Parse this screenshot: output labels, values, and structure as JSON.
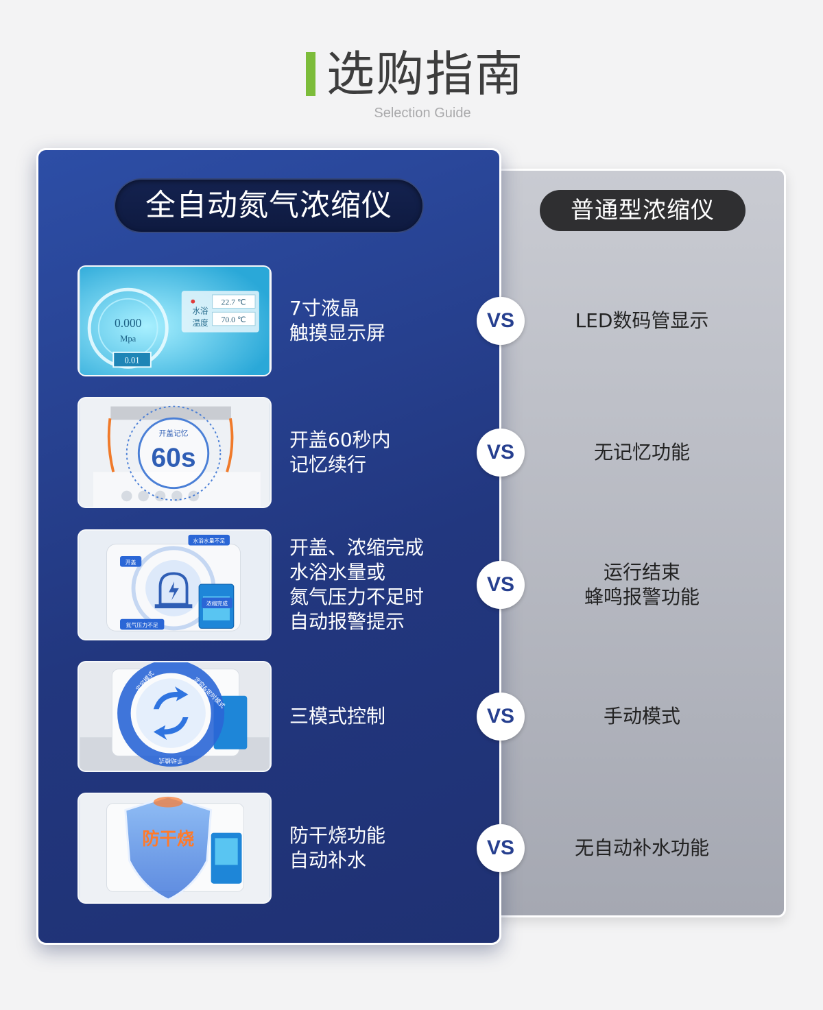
{
  "header": {
    "title": "选购指南",
    "subtitle": "Selection Guide"
  },
  "auto_label": "全自动氮气浓缩仪",
  "normal_label": "普通型浓缩仪",
  "vs_label": "VS",
  "rows": [
    {
      "feature": [
        "7寸液晶",
        "触摸显示屏"
      ],
      "normal": [
        "LED数码管显示"
      ],
      "thumb_text": {
        "gauge_value": "0.000",
        "gauge_unit": "Mpa",
        "small_value": "0.01",
        "bath_label_1": "水浴",
        "bath_label_2": "温度",
        "temp_1": "22.7 ℃",
        "temp_2": "70.0 ℃"
      }
    },
    {
      "feature": [
        "开盖60秒内",
        "记忆续行"
      ],
      "normal": [
        "无记忆功能"
      ],
      "thumb_text": {
        "caption": "开盖记忆",
        "big": "60s"
      }
    },
    {
      "feature": [
        "开盖、浓缩完成",
        "水浴水量或",
        "氮气压力不足时",
        "自动报警提示"
      ],
      "normal": [
        "运行结束",
        "蜂鸣报警功能"
      ],
      "thumb_text": {
        "tag_1": "水浴水量不足",
        "tag_2": "开盖",
        "tag_3": "浓缩完成",
        "tag_4": "氮气压力不足"
      }
    },
    {
      "feature": [
        "三模式控制"
      ],
      "normal": [
        "手动模式"
      ],
      "thumb_text": {
        "mode_1": "定容模式",
        "mode_2": "定容&定时模式",
        "mode_3": "手动模式"
      }
    },
    {
      "feature": [
        "防干烧功能",
        "自动补水"
      ],
      "normal": [
        "无自动补水功能"
      ],
      "thumb_text": {
        "badge": "防干烧"
      }
    }
  ],
  "colors": {
    "accent_green": "#7cbc3a",
    "blue_panel": "#22377f",
    "gray_panel": "#b4b7bf",
    "vs_text": "#263f8f"
  }
}
